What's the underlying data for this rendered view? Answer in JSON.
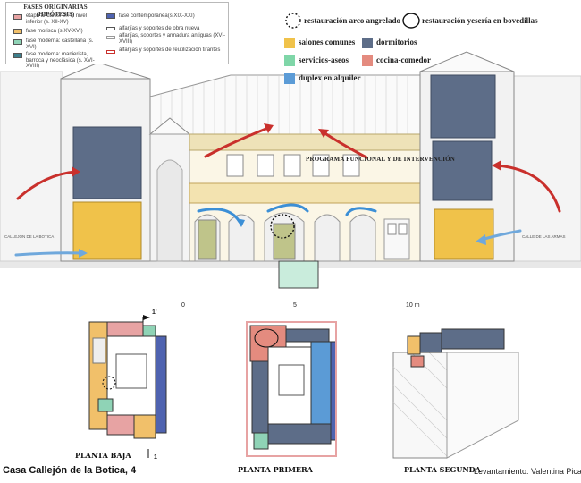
{
  "legend": {
    "title": "FASES ORIGINARIAS (HIPÓTESIS)",
    "items": [
      {
        "label": "etapa andalusí en el nivel inferior (s. XII-XV)",
        "color": "#e7a3a3"
      },
      {
        "label": "fase morisca (s.XV-XVI)",
        "color": "#f1c06a"
      },
      {
        "label": "fase moderna: castellana (s. XVI)",
        "color": "#8fd3b6"
      },
      {
        "label": "fase moderna: manierista, barroca y neoclásica (s. XVI-XVIII)",
        "color": "#3d7f8c"
      },
      {
        "label": "fase contemporánea(s.XIX-XXI)",
        "color": "#4f63b0"
      },
      {
        "label": "alfarjías y soportes de obra nueva",
        "color": "#ffffff"
      },
      {
        "label": "alfarjías, soportes y armadura antiguas (XVI-XVIII)",
        "color": "#ffffff"
      },
      {
        "label": "alfarjías y soportes de reutilización tirantes",
        "color": "#ffffff"
      }
    ]
  },
  "program": {
    "title": "PROGRAMA FUNCIONAL Y DE INTERVENCIÓN",
    "restoration": [
      {
        "label": "restauración arco angrelado"
      },
      {
        "label": "restauración yesería en bovedillas"
      }
    ],
    "items": [
      {
        "label": "salones comunes",
        "color": "#f0c24a"
      },
      {
        "label": "dormitorios",
        "color": "#5d6d88"
      },
      {
        "label": "servicios-aseos",
        "color": "#7fd6a8"
      },
      {
        "label": "cocina-comedor",
        "color": "#e48b7f"
      },
      {
        "label": "duplex en alquiler",
        "color": "#5b9bd6"
      }
    ]
  },
  "section": {
    "left_note": "CALLEJÓN DE LA BOTICA",
    "right_note": "CALLE DE LAS ARMAS"
  },
  "scale": {
    "labels": [
      "0",
      "5",
      "10 m"
    ]
  },
  "plans": {
    "baja": "PLANTA BAJA",
    "primera": "PLANTA PRIMERA",
    "segunda": "PLANTA SEGUNDA"
  },
  "cut_marks": {
    "top": "1'",
    "bottom": "1"
  },
  "caption": "Casa Callejón de la Botica, 4",
  "credit": "Levantamiento: Valentina Pica"
}
